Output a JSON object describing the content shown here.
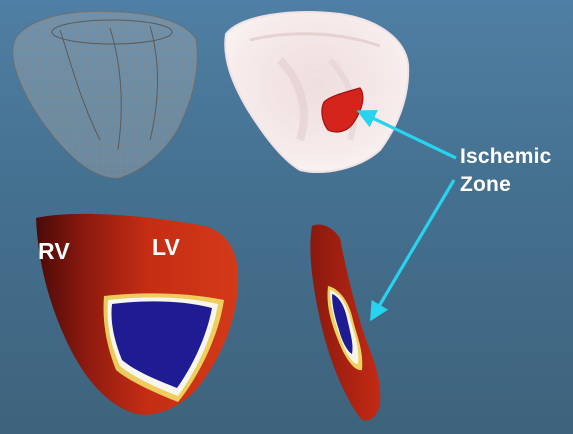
{
  "labels": {
    "rv": "RV",
    "lv": "LV",
    "ischemic_line1": "Ischemic",
    "ischemic_line2": "Zone"
  },
  "colors": {
    "background": "#4a789b",
    "arrow": "#27d3ee",
    "ischemic_region": "#d5241c",
    "tissue_outer": "#a81b10",
    "tissue_inner": "#d13a16",
    "core": "#1f1c93",
    "rim_yellow": "#f5e95a",
    "rim_white": "#f4f4e8",
    "mesh_line": "#6e6e6e",
    "translucent_heart": "#f3e6e6"
  },
  "panels": [
    {
      "name": "wireframe-heart-mesh"
    },
    {
      "name": "translucent-heart-with-ischemic-region"
    },
    {
      "name": "ventricle-cross-section-heatmap"
    },
    {
      "name": "transmural-slice-heatmap"
    }
  ]
}
